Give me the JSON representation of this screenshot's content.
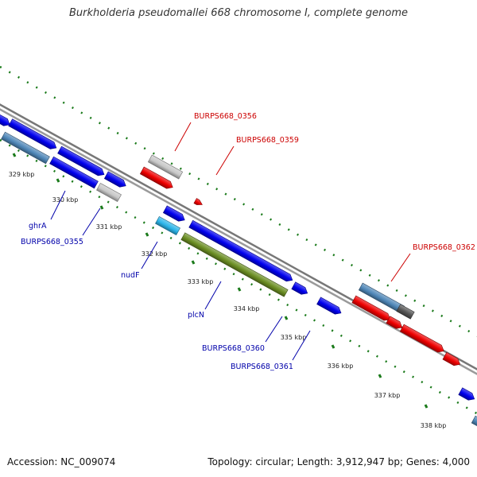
{
  "title": "Burkholderia pseudomallei 668 chromosome I, complete genome",
  "footer": {
    "accession": "Accession: NC_009074",
    "topology": "Topology: circular; Length: 3,912,947 bp; Genes: 4,000"
  },
  "colors": {
    "backbone": "#8f8f8f",
    "tick": "#1a7a1a",
    "plus_strand": "#0000ee",
    "minus_strand": "#ee0000",
    "other": "#4f87b8",
    "pseudo": "#c8c8c8",
    "rna": "#2cb5ea",
    "olive": "#6b8e23",
    "dark": "#555555",
    "label_blue": "#0000aa",
    "label_red": "#cc0000"
  },
  "ticks": [
    "329 kbp",
    "330 kbp",
    "331 kbp",
    "332 kbp",
    "333 kbp",
    "334 kbp",
    "335 kbp",
    "336 kbp",
    "337 kbp",
    "338 kbp"
  ],
  "gene_labels": [
    {
      "text": "BURPS668_0356",
      "color": "red"
    },
    {
      "text": "BURPS668_0359",
      "color": "red"
    },
    {
      "text": "BURPS668_0362",
      "color": "red"
    },
    {
      "text": "ghrA",
      "color": "blue"
    },
    {
      "text": "BURPS668_0355",
      "color": "blue"
    },
    {
      "text": "nudF",
      "color": "blue"
    },
    {
      "text": "plcN",
      "color": "blue"
    },
    {
      "text": "BURPS668_0360",
      "color": "blue"
    },
    {
      "text": "BURPS668_0361",
      "color": "blue"
    }
  ]
}
